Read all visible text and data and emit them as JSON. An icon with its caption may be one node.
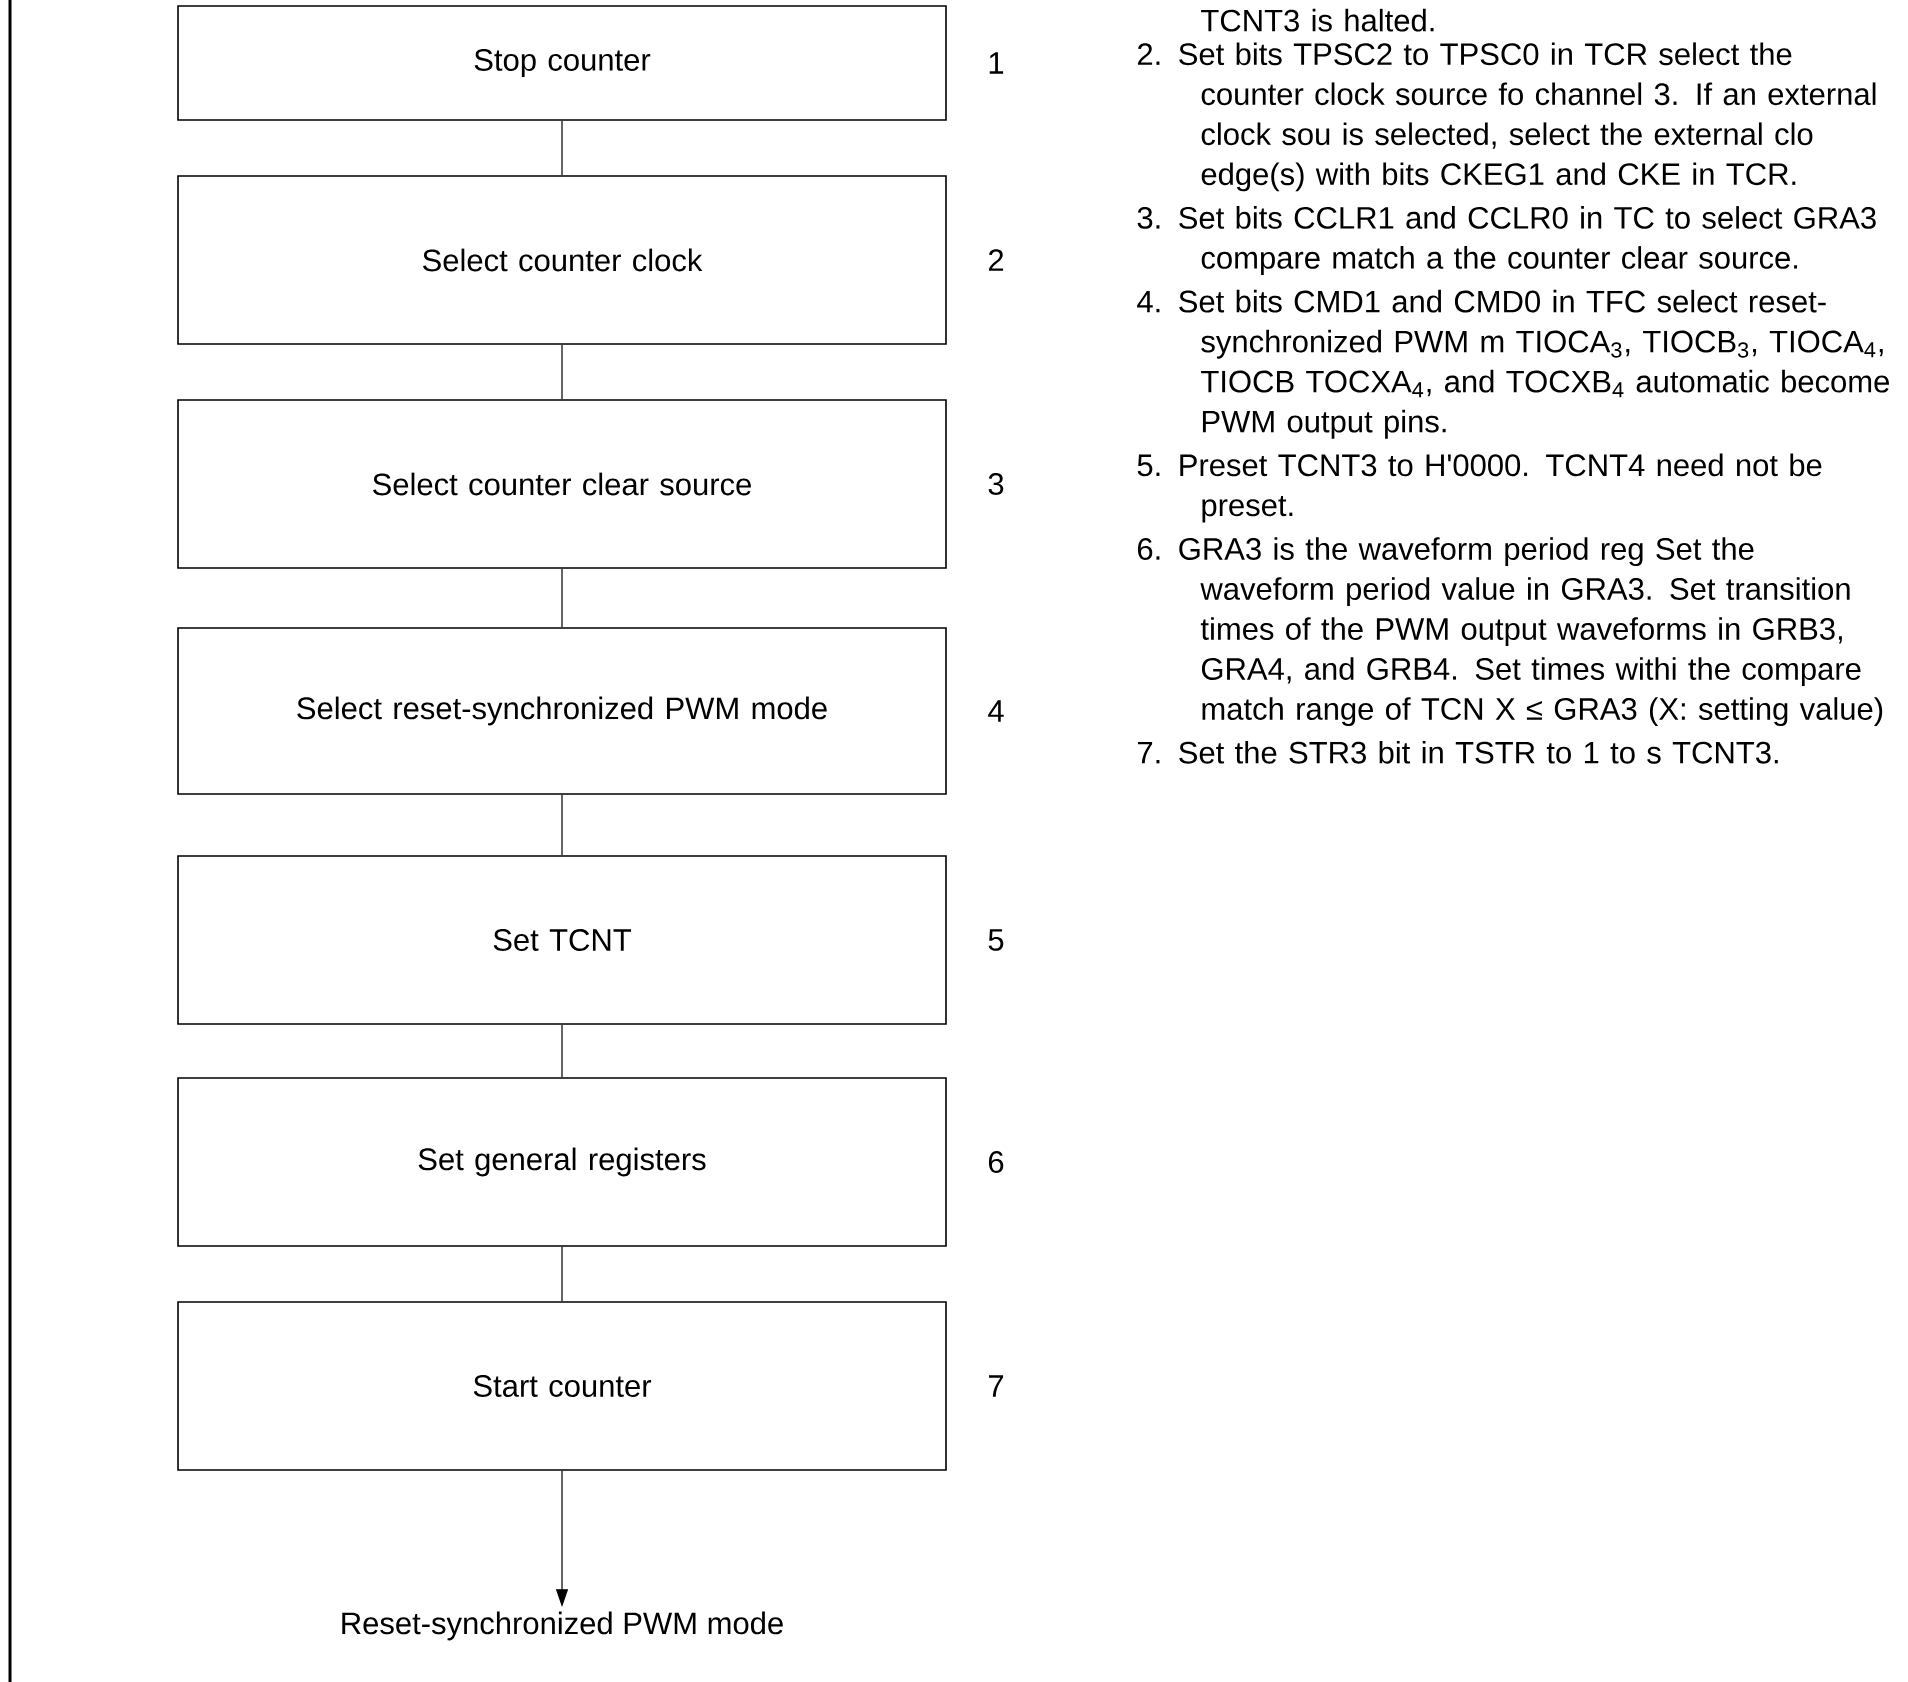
{
  "diagram": {
    "nodes": [
      {
        "text": [
          "Stop counter"
        ],
        "beside": [
          "1"
        ]
      },
      {
        "text": [
          "Select counter clock"
        ],
        "beside": [
          "2"
        ]
      },
      {
        "text": [
          "Select counter clear source"
        ],
        "beside": [
          "3"
        ]
      },
      {
        "text": [
          "Select reset-synchronized PWM mode"
        ],
        "beside": [
          "4"
        ]
      },
      {
        "text": [
          "Set TCNT"
        ],
        "beside": [
          "5"
        ]
      },
      {
        "text": [
          "Set general registers"
        ],
        "beside": [
          "6"
        ]
      },
      {
        "text": [
          "Start counter"
        ],
        "beside": [
          "7"
        ]
      },
      {
        "text": [
          "Reset-synchronized PWM mode"
        ]
      }
    ],
    "edges": [
      {
        "from": 0,
        "to": 1,
        "arrow": "none"
      },
      {
        "from": 1,
        "to": 2,
        "arrow": "none"
      },
      {
        "from": 2,
        "to": 3,
        "arrow": "none"
      },
      {
        "from": 3,
        "to": 4,
        "arrow": "none"
      },
      {
        "from": 4,
        "to": 5,
        "arrow": "none"
      },
      {
        "from": 5,
        "to": 6,
        "arrow": "none"
      },
      {
        "from": 6,
        "to": 7,
        "arrow": "to"
      }
    ],
    "labels": [
      "TCNT3 is halted.",
      "2. Set bits TPSC2 to TPSC0 in TCR select the counter clock source fo channel 3. If an external clock sou is selected, select the external clo edge(s) with bits CKEG1 and CKE in TCR.",
      "3. Set bits CCLR1 and CCLR0 in TC to select GRA3 compare match a the counter clear source.",
      "4. Set bits CMD1 and CMD0 in TFC select reset-synchronized PWM m TIOCA$_{3}$, TIOCB$_{3}$, TIOCA$_{4}$, TIOCB TOCXA$_{4}$, and TOCXB$_{4}$ automatic become PWM output pins.",
      "5. Preset TCNT3 to H'0000. TCNT4 need not be preset.",
      "6. GRA3 is the waveform period reg Set the waveform period value in GRA3. Set transition times of the PWM output waveforms in GRB3, GRA4, and GRB4. Set times withi the compare match range of TCN X ≤ GRA3 (X: setting value)",
      "7. Set the STR3 bit in TSTR to 1 to s TCNT3."
    ]
  }
}
